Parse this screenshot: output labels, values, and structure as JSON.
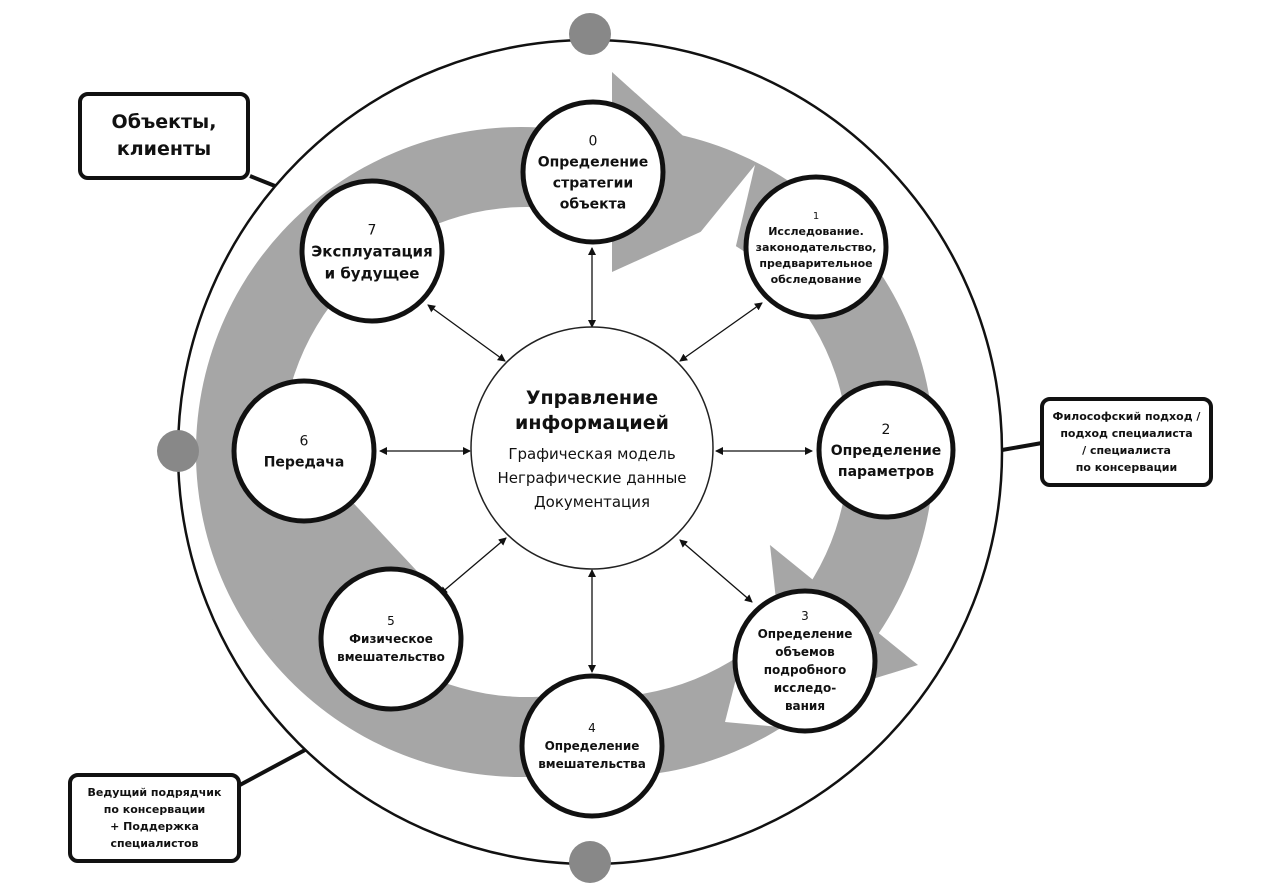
{
  "center": {
    "title": [
      "Управление",
      "информацией"
    ],
    "lines": [
      "Графическая модель",
      "Неграфические данные",
      "Документация"
    ]
  },
  "stages": [
    {
      "num": "0",
      "lines": [
        "Определение",
        "стратегии",
        "объекта"
      ]
    },
    {
      "num": "1",
      "lines": [
        "Исследование.",
        "законодательство,",
        "предварительное",
        "обследование"
      ]
    },
    {
      "num": "2",
      "lines": [
        "Определение",
        "параметров"
      ]
    },
    {
      "num": "3",
      "lines": [
        "Определение",
        "объемов",
        "подробного",
        "исследо-",
        "вания"
      ]
    },
    {
      "num": "4",
      "lines": [
        "Определение",
        "вмешательства"
      ]
    },
    {
      "num": "5",
      "lines": [
        "Физическое",
        "вмешательство"
      ]
    },
    {
      "num": "6",
      "lines": [
        "Передача"
      ]
    },
    {
      "num": "7",
      "lines": [
        "Эксплуатация",
        "и будущее"
      ]
    }
  ],
  "corners": {
    "top_left": [
      "Объекты,",
      "клиенты"
    ],
    "right": [
      "Философский подход /",
      "подход специалиста",
      "/ специалиста",
      "по консервации"
    ],
    "bottom_left": [
      "Ведущий подрядчик",
      "по консервации",
      "+ Поддержка",
      "специалистов"
    ]
  },
  "colors": {
    "arrow": "#a6a6a6",
    "outline": "#111111",
    "dot": "#888888"
  }
}
